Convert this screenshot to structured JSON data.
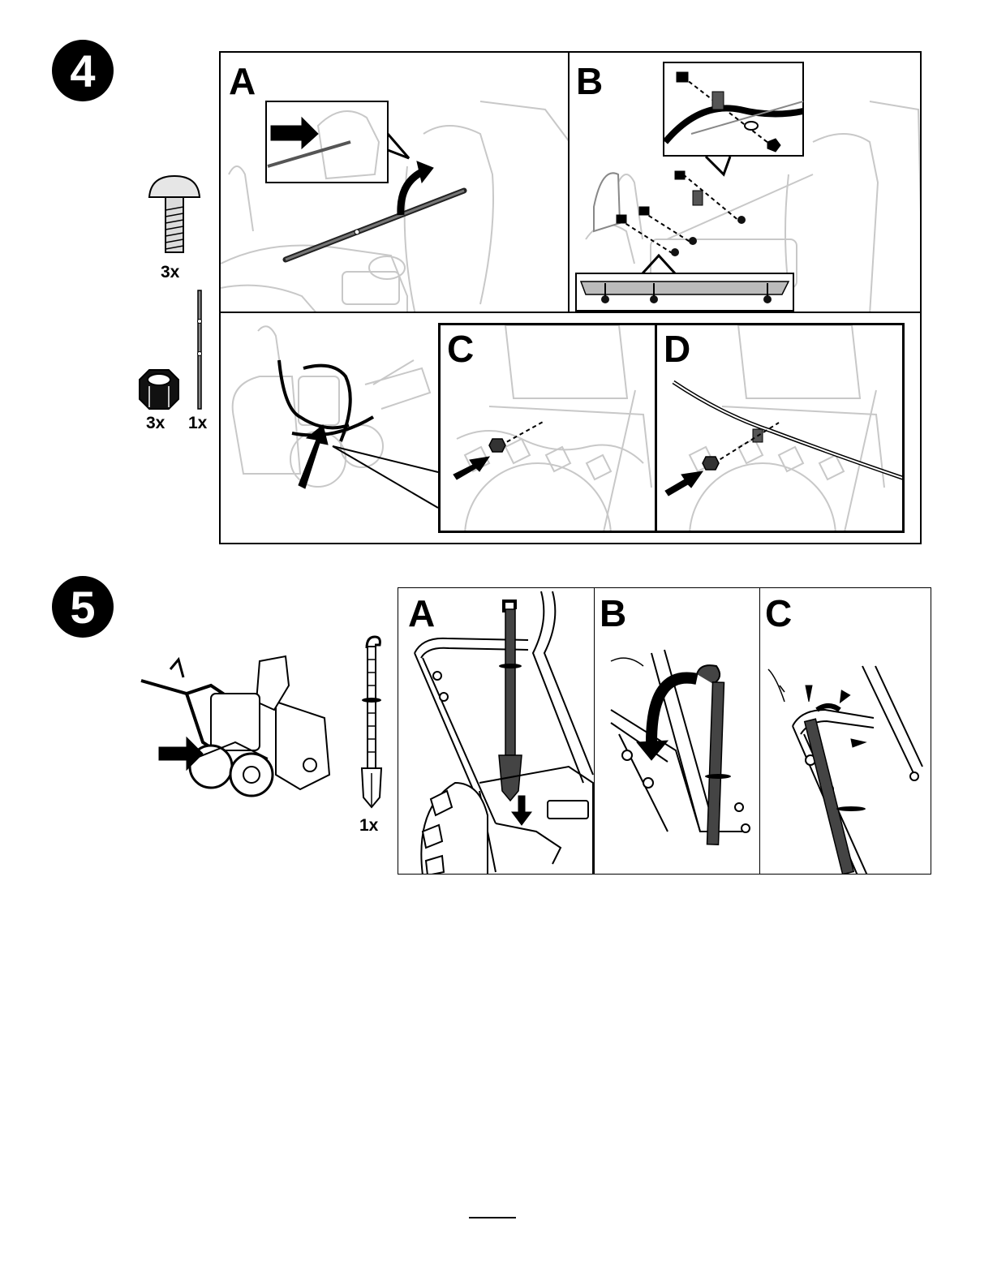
{
  "step4": {
    "badge": "4",
    "parts": [
      {
        "name": "carriage-bolt",
        "qty": "3x"
      },
      {
        "name": "lock-nut",
        "qty": "3x"
      },
      {
        "name": "shift-rod",
        "qty": "1x"
      }
    ],
    "panels": {
      "a": "A",
      "b": "B",
      "c": "C",
      "d": "D"
    }
  },
  "step5": {
    "badge": "5",
    "parts": [
      {
        "name": "clean-out-tool",
        "qty": "1x"
      }
    ],
    "panels": {
      "a": "A",
      "b": "B",
      "c": "C"
    }
  },
  "colors": {
    "ink": "#000000",
    "faint_line": "#c8c8c8",
    "part_fill": "#555555"
  }
}
